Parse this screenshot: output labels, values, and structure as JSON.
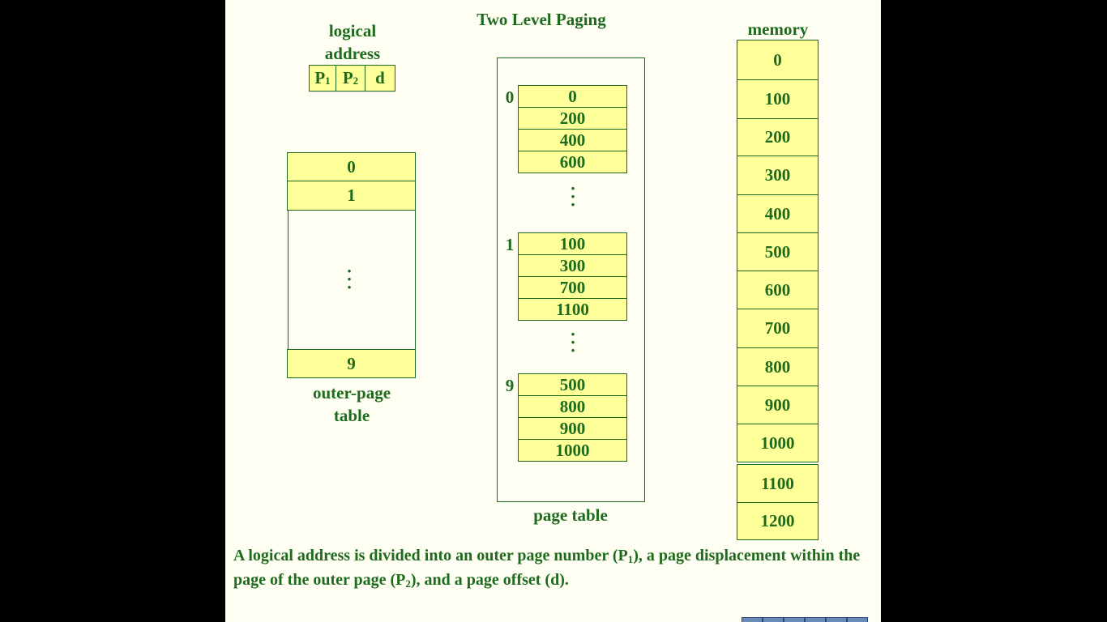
{
  "title": "Two Level Paging",
  "logical_address": {
    "label_line1": "logical",
    "label_line2": "address",
    "fields": [
      {
        "name": "P",
        "sub": "1"
      },
      {
        "name": "P",
        "sub": "2"
      },
      {
        "name": "d",
        "sub": ""
      }
    ]
  },
  "outer_page_table": {
    "entries_top": [
      "0",
      "1"
    ],
    "dots": "⋮",
    "entries_bottom": [
      "9"
    ],
    "label_line1": "outer-page",
    "label_line2": "table"
  },
  "page_table": {
    "groups": [
      {
        "index": "0",
        "entries": [
          "0",
          "200",
          "400",
          "600"
        ]
      },
      {
        "index": "1",
        "entries": [
          "100",
          "300",
          "700",
          "1100"
        ]
      },
      {
        "index": "9",
        "entries": [
          "500",
          "800",
          "900",
          "1000"
        ]
      }
    ],
    "label": "page table"
  },
  "memory": {
    "label": "memory",
    "frames": [
      "0",
      "100",
      "200",
      "300",
      "400",
      "500",
      "600",
      "700",
      "800",
      "900",
      "1000",
      "1100",
      "1200"
    ]
  },
  "caption": {
    "part1": "A logical address is divided into an outer page number (P",
    "sub1": "1",
    "part2": "), a page displacement within the page of the outer page (P",
    "sub2": "2",
    "part3": "), and a page offset (d)."
  },
  "colors": {
    "text": "#1e6b1e",
    "cell_fill": "#ffff99",
    "slide_bg": "#fefef2",
    "outer_bg": "#000000"
  }
}
